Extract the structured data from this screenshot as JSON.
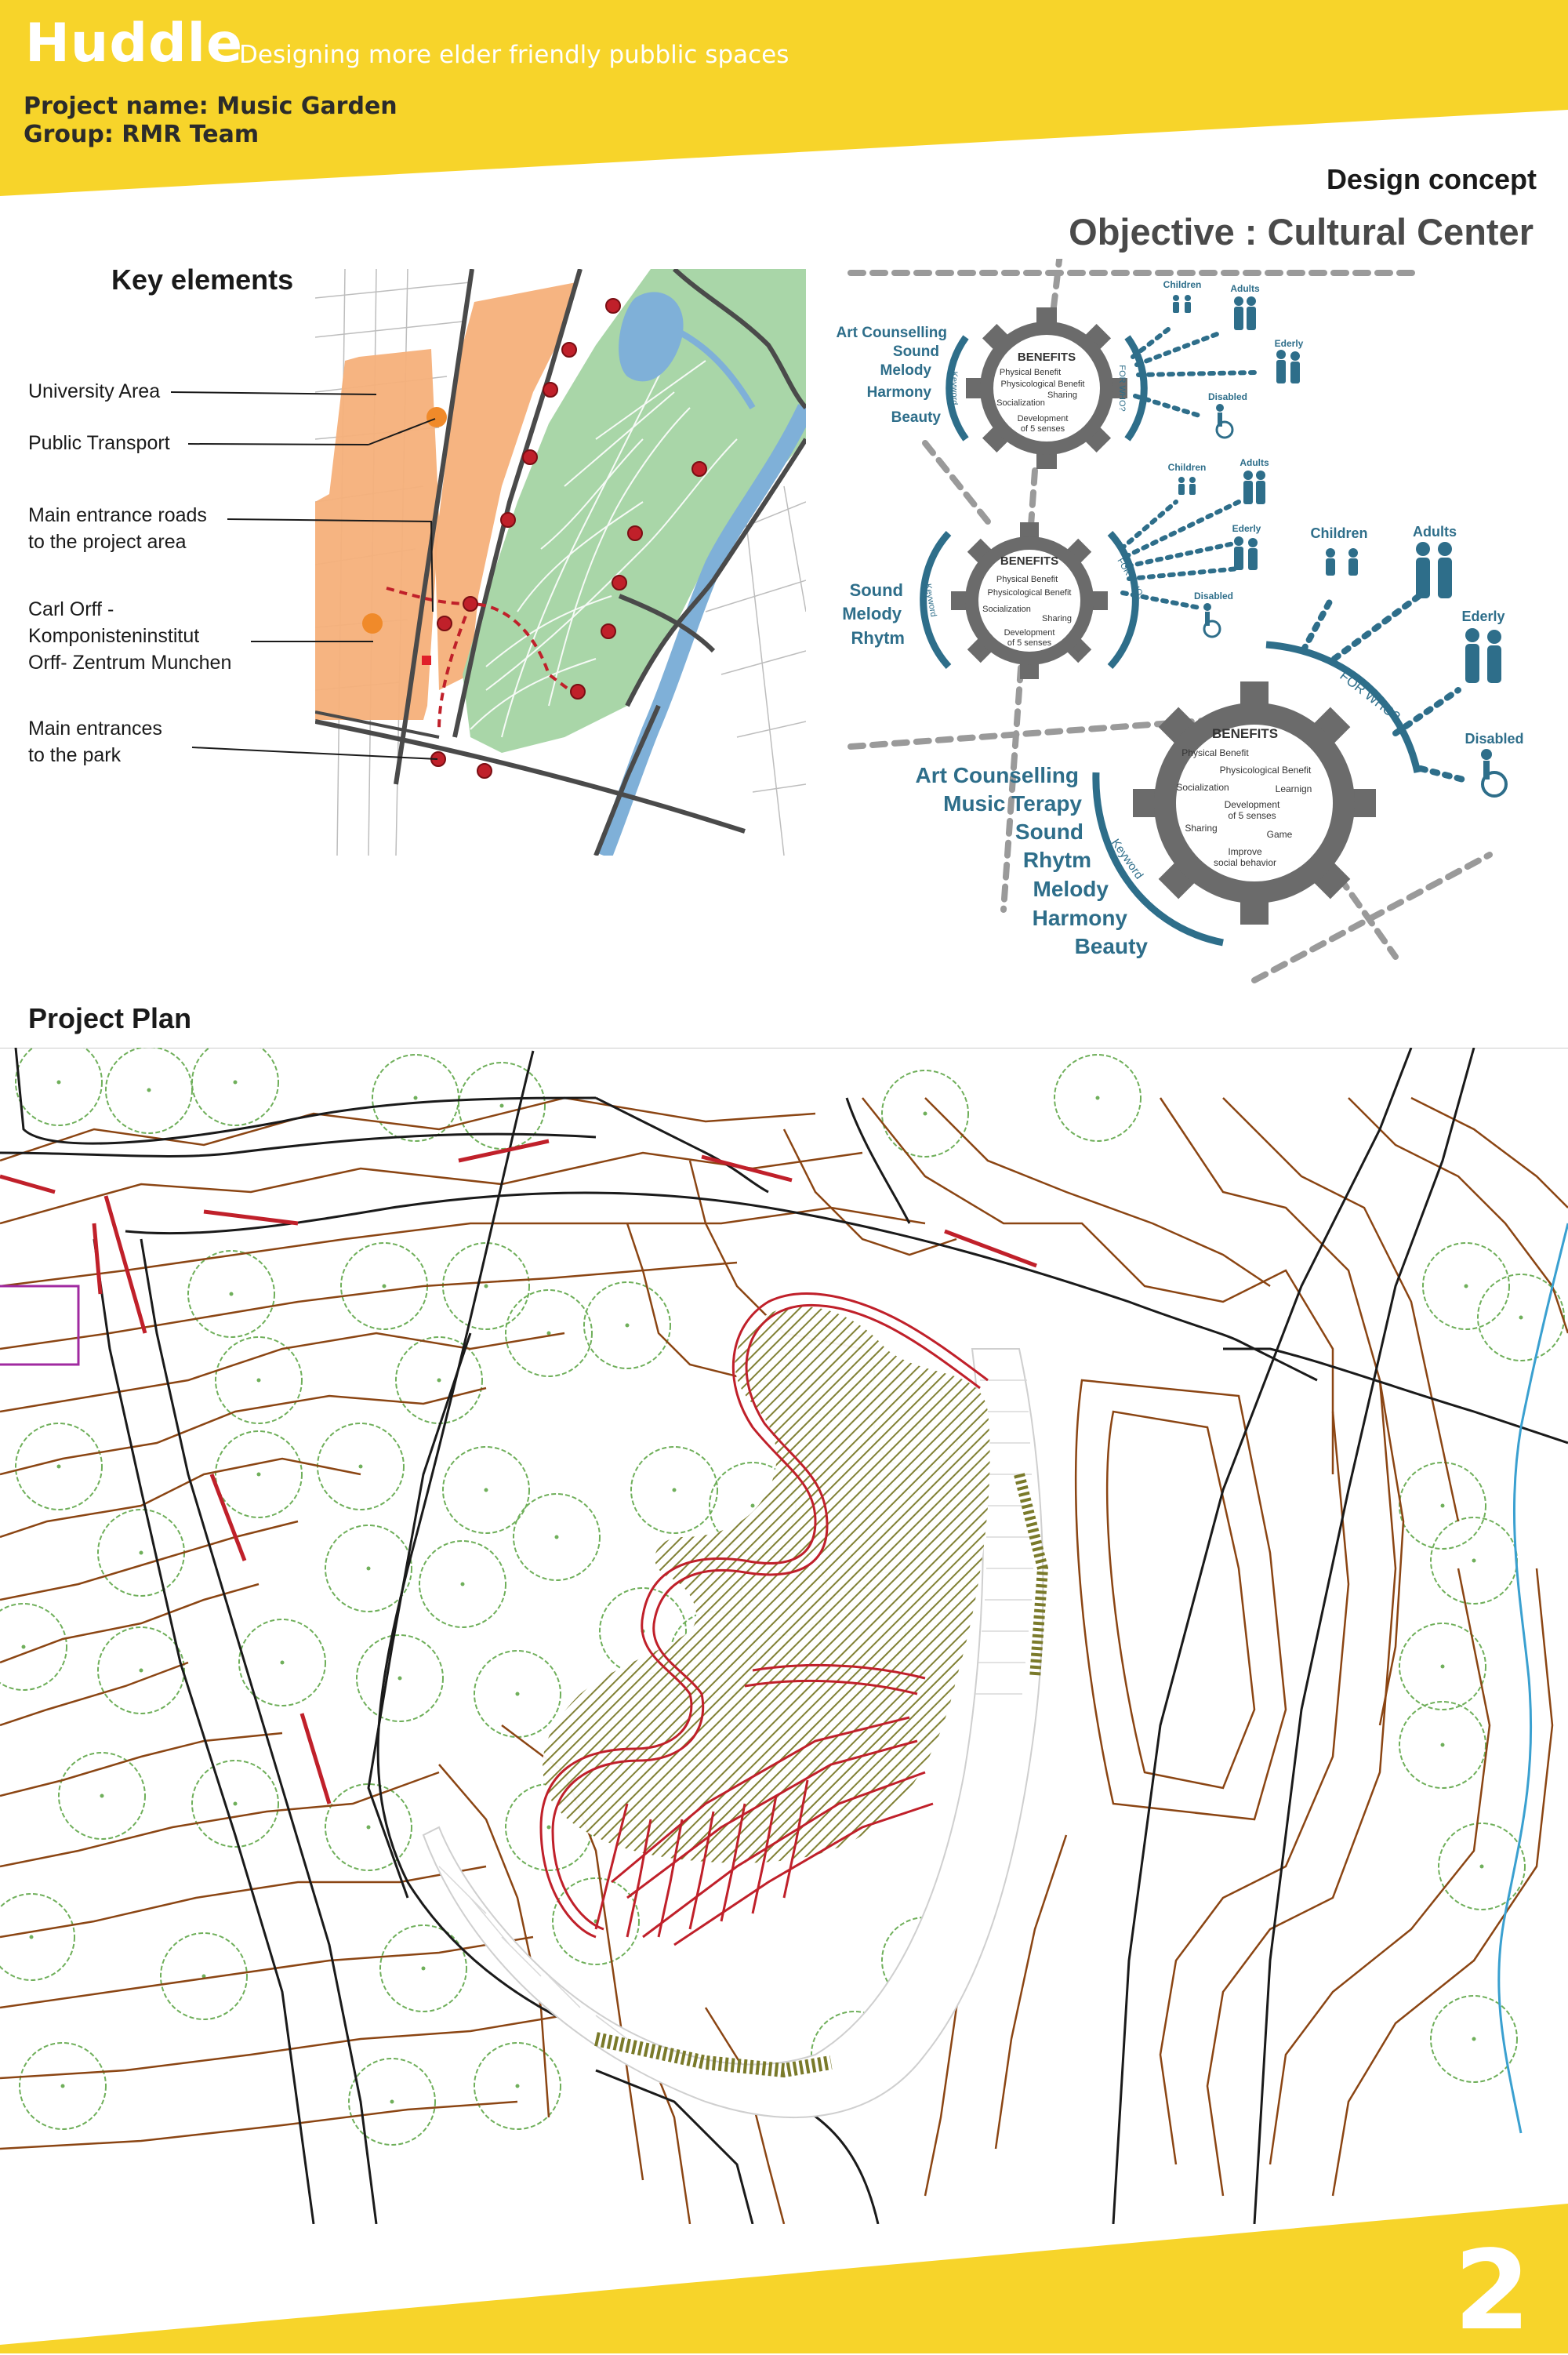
{
  "header": {
    "brand": "Huddle",
    "tagline": "Designing more elder friendly pubblic spaces",
    "project_name": "Project name:  Music Garden",
    "group": "Group: RMR Team"
  },
  "key_elements": {
    "title": "Key elements",
    "labels": [
      "University Area",
      "Public Transport",
      "Main entrance roads\nto the project area",
      "Carl Orff -\nKomponisteninstitut\nOrff- Zentrum Munchen",
      "Main entrances\nto the park"
    ]
  },
  "design_concept": {
    "title": "Design concept",
    "objective": "Objective : Cultural Center",
    "gear1": {
      "benefits_title": "BENEFITS",
      "benefits": [
        "Physical Benefit",
        "Physicological Benefit",
        "Sharing",
        "Socialization",
        "Development",
        "of 5 senses"
      ],
      "keywords": [
        "Art Counselling",
        "Sound",
        "Melody",
        "Harmony",
        "Beauty"
      ],
      "keyword_tag": "Keyword",
      "for_who_tag": "FOR WHO?",
      "users": [
        "Children",
        "Adults",
        "Ederly",
        "Disabled"
      ]
    },
    "gear2": {
      "benefits_title": "BENEFITS",
      "benefits": [
        "Physical Benefit",
        "Physicological Benefit",
        "Socialization",
        "Sharing",
        "Development",
        "of 5 senses"
      ],
      "keywords": [
        "Sound",
        "Melody",
        "Rhytm"
      ],
      "keyword_tag": "Keyword",
      "for_who_tag": "FOR WHO?",
      "users": [
        "Children",
        "Adults",
        "Ederly",
        "Disabled"
      ]
    },
    "gear3": {
      "benefits_title": "BENEFITS",
      "benefits": [
        "Physical Benefit",
        "Physicological Benefit",
        "Socialization",
        "Learnign",
        "Development",
        "of 5 senses",
        "Sharing",
        "Game",
        "Improve",
        "social behavior"
      ],
      "keywords": [
        "Art Counselling",
        "Music Terapy",
        "Sound",
        "Rhytm",
        "Melody",
        "Harmony",
        "Beauty"
      ],
      "keyword_tag": "Keyword",
      "for_who_tag": "FOR WHO?",
      "users": [
        "Children",
        "Adults",
        "Ederly",
        "Disabled"
      ]
    }
  },
  "project_plan": {
    "title": "Project Plan"
  },
  "footer": {
    "page_number": "2"
  },
  "colors": {
    "yellow": "#F7D42A",
    "teal": "#2E6E8A",
    "gear_gray": "#6B6B6B",
    "orange": "#F5B07A",
    "park_green": "#A9D6A8",
    "river_blue": "#7FB0D8",
    "contour_brown": "#8B4513",
    "tree_green": "#6FAF5A",
    "path_red": "#C0202A"
  }
}
